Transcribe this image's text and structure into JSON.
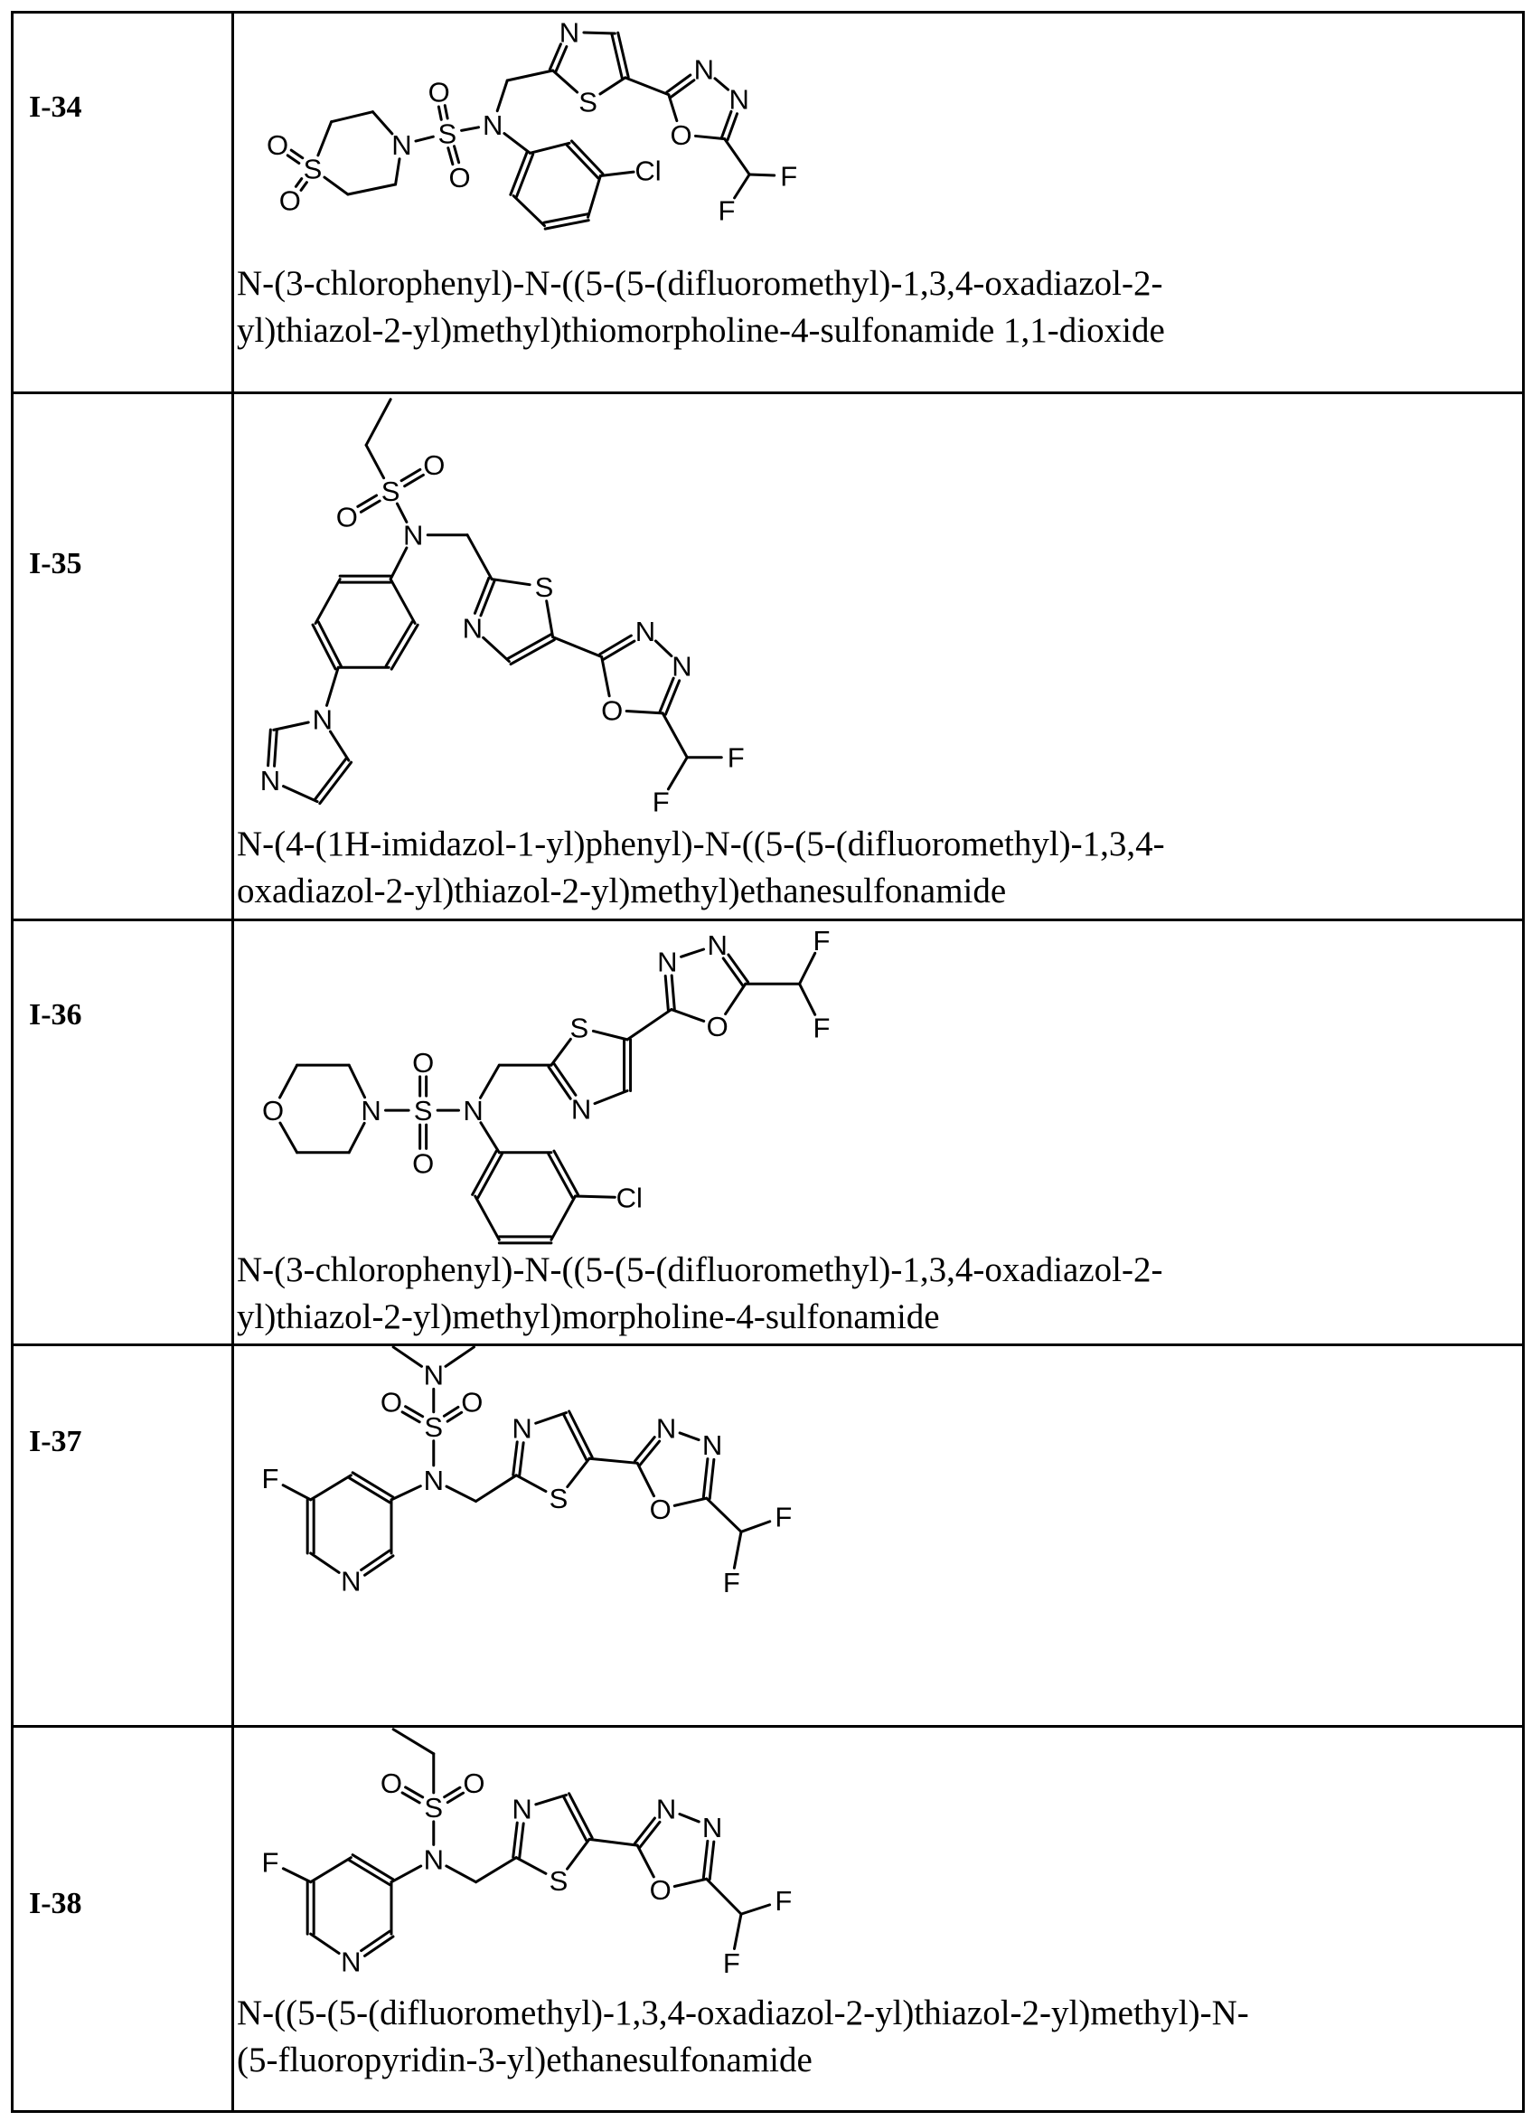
{
  "compounds": [
    {
      "id": "I-34",
      "name_lines": [
        "N-(3-chlorophenyl)-N-((5-(5-(difluoromethyl)-1,3,4-oxadiazol-2-",
        "yl)thiazol-2-yl)methyl)thiomorpholine-4-sulfonamide 1,1-dioxide"
      ],
      "structure_labels": [
        "O",
        "S",
        "O",
        "N",
        "S",
        "O",
        "O",
        "N",
        "N",
        "S",
        "N",
        "N",
        "O",
        "F",
        "F",
        "Cl"
      ]
    },
    {
      "id": "I-35",
      "name_lines": [
        "N-(4-(1H-imidazol-1-yl)phenyl)-N-((5-(5-(difluoromethyl)-1,3,4-",
        "oxadiazol-2-yl)thiazol-2-yl)methyl)ethanesulfonamide"
      ],
      "structure_labels": [
        "S",
        "O",
        "O",
        "N",
        "S",
        "N",
        "N",
        "N",
        "O",
        "F",
        "F",
        "N",
        "N"
      ]
    },
    {
      "id": "I-36",
      "name_lines": [
        "N-(3-chlorophenyl)-N-((5-(5-(difluoromethyl)-1,3,4-oxadiazol-2-",
        "yl)thiazol-2-yl)methyl)morpholine-4-sulfonamide"
      ],
      "structure_labels": [
        "O",
        "N",
        "S",
        "O",
        "O",
        "N",
        "S",
        "N",
        "N",
        "N",
        "O",
        "F",
        "F",
        "Cl"
      ]
    },
    {
      "id": "I-37",
      "name_lines": [],
      "structure_labels": [
        "N",
        "S",
        "O",
        "O",
        "N",
        "F",
        "N",
        "N",
        "S",
        "N",
        "N",
        "O",
        "F",
        "F"
      ]
    },
    {
      "id": "I-38",
      "name_lines": [
        "N-((5-(5-(difluoromethyl)-1,3,4-oxadiazol-2-yl)thiazol-2-yl)methyl)-N-",
        "(5-fluoropyridin-3-yl)ethanesulfonamide"
      ],
      "structure_labels": [
        "S",
        "O",
        "O",
        "N",
        "F",
        "N",
        "N",
        "S",
        "N",
        "N",
        "O",
        "F",
        "F"
      ]
    }
  ]
}
